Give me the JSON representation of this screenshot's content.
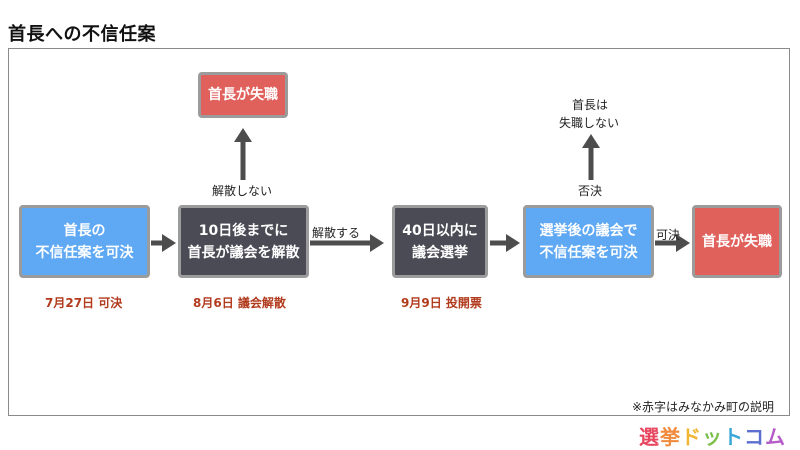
{
  "title": "首長への不信任案",
  "boxes": {
    "pass_first": [
      "首長の",
      "不信任案を可決"
    ],
    "dissolve": [
      "10日後までに",
      "首長が議会を解散"
    ],
    "lose_top": [
      "首長が失職"
    ],
    "election": [
      "40日以内に",
      "議会選挙"
    ],
    "pass_again": [
      "選挙後の議会で",
      "不信任案を可決"
    ],
    "lose_right": [
      "首長が失職"
    ]
  },
  "labels": {
    "no_dissolve": "解散しない",
    "dissolve": "解散する",
    "keep_line1": "首長は",
    "keep_line2": "失職しない",
    "rejected": "否決",
    "passed": "可決"
  },
  "dates": {
    "passed": "7月27日 可決",
    "dissolved": "8月6日 議会解散",
    "vote": "9月9日 投開票"
  },
  "note": "※赤字はみなかみ町の説明",
  "logo": {
    "text": "選挙ドットコム",
    "colors": [
      "#e8455f",
      "#f08a3c",
      "#f3b632",
      "#7cc04b",
      "#3aa7d8",
      "#5c6fd1",
      "#b45bc7"
    ]
  },
  "colors": {
    "blue_box": "#5ea8f4",
    "dark_box": "#4b4b55",
    "red_box": "#e0605c",
    "arrow": "#4d4d4d",
    "date_text": "#b23b1e"
  }
}
